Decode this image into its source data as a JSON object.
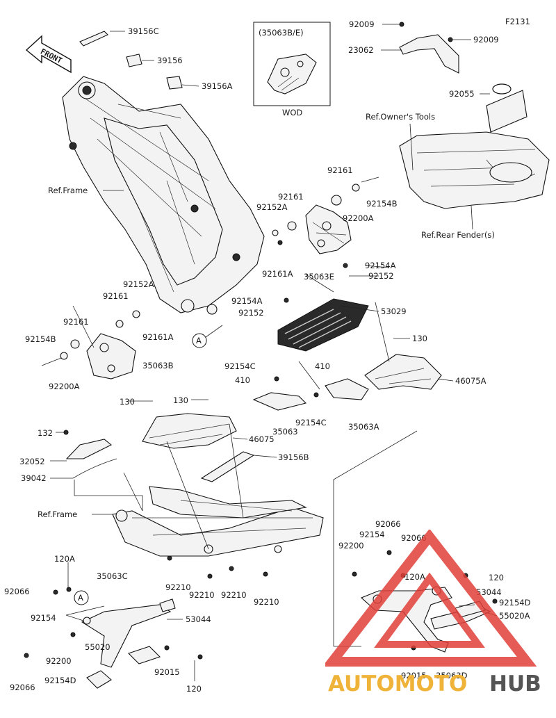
{
  "diagram_code": "F2131",
  "front_arrow_text": "FRONT",
  "inset": {
    "title": "(35063B/E)",
    "caption": "WOD"
  },
  "callout_marker": "A",
  "references": {
    "frame_upper": "Ref.Frame",
    "frame_lower": "Ref.Frame",
    "owners_tools": "Ref.Owner's Tools",
    "rear_fender": "Ref.Rear Fender(s)"
  },
  "parts": [
    "39156C",
    "39156",
    "39156A",
    "92009",
    "23062",
    "92009",
    "92055",
    "92161",
    "92161",
    "92152A",
    "92154B",
    "92200A",
    "92161A",
    "35063E",
    "92154A",
    "92152",
    "92152A",
    "92161",
    "92161",
    "92154B",
    "92161A",
    "35063B",
    "92200A",
    "92154A",
    "92152",
    "53029",
    "130",
    "46075A",
    "92154C",
    "410",
    "410",
    "92154C",
    "35063A",
    "130",
    "130",
    "35063",
    "46075",
    "39156B",
    "132",
    "32052",
    "39042",
    "92066",
    "92200",
    "92154",
    "92066",
    "120A",
    "120",
    "53044",
    "92154D",
    "55020A",
    "92015",
    "35063D",
    "120A",
    "92066",
    "35063C",
    "92154",
    "92210",
    "92210",
    "92210",
    "92210",
    "53044",
    "92200",
    "55020",
    "92015",
    "120",
    "92066",
    "92154D"
  ],
  "watermark": {
    "brand_left": "AUTOMOTO",
    "brand_right": "HUB",
    "colors": {
      "red": "#e0403a",
      "gold": "#f0b33a",
      "dark": "#555555"
    }
  }
}
